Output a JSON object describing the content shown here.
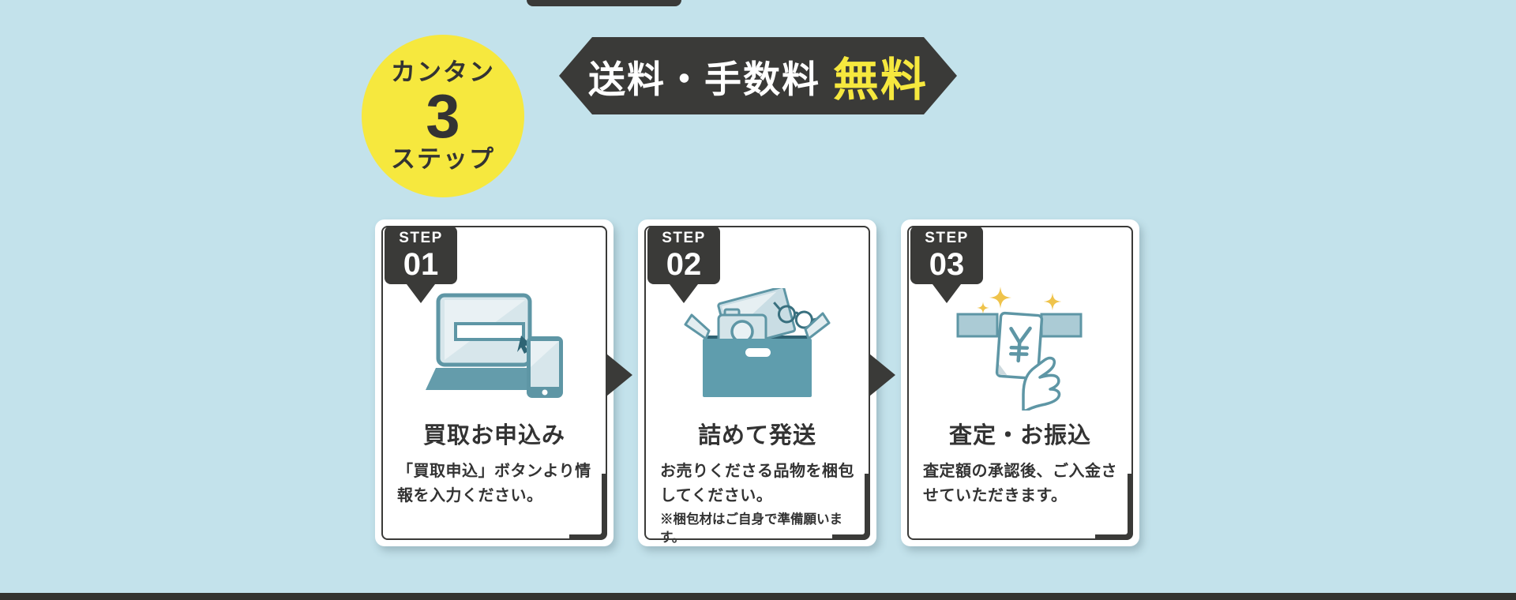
{
  "colors": {
    "background": "#c3e2eb",
    "dark": "#3a3a38",
    "yellow": "#f6e83e",
    "teal_outline": "#5e96a5",
    "teal_fill": "#649cab",
    "light_fill": "#d7e6eb",
    "text": "#333333",
    "sparkle": "#efc34b"
  },
  "badge": {
    "line1": "カンタン",
    "number": "3",
    "line2": "ステップ"
  },
  "banner": {
    "label": "送料・手数料",
    "highlight": "無料"
  },
  "steps": [
    {
      "step_label": "STEP",
      "step_number": "01",
      "title": "買取お申込み",
      "description": "「買取申込」ボタンより情報を入力ください。",
      "note": "",
      "icon": "laptop-smartphone-illustration"
    },
    {
      "step_label": "STEP",
      "step_number": "02",
      "title": "詰めて発送",
      "description": "お売りくださる品物を梱包してください。",
      "note": "※梱包材はご自身で準備願います。",
      "icon": "packing-box-illustration"
    },
    {
      "step_label": "STEP",
      "step_number": "03",
      "title": "査定・お振込",
      "description": "査定額の承認後、ご入金させていただきます。",
      "note": "",
      "icon": "hand-payment-illustration"
    }
  ]
}
